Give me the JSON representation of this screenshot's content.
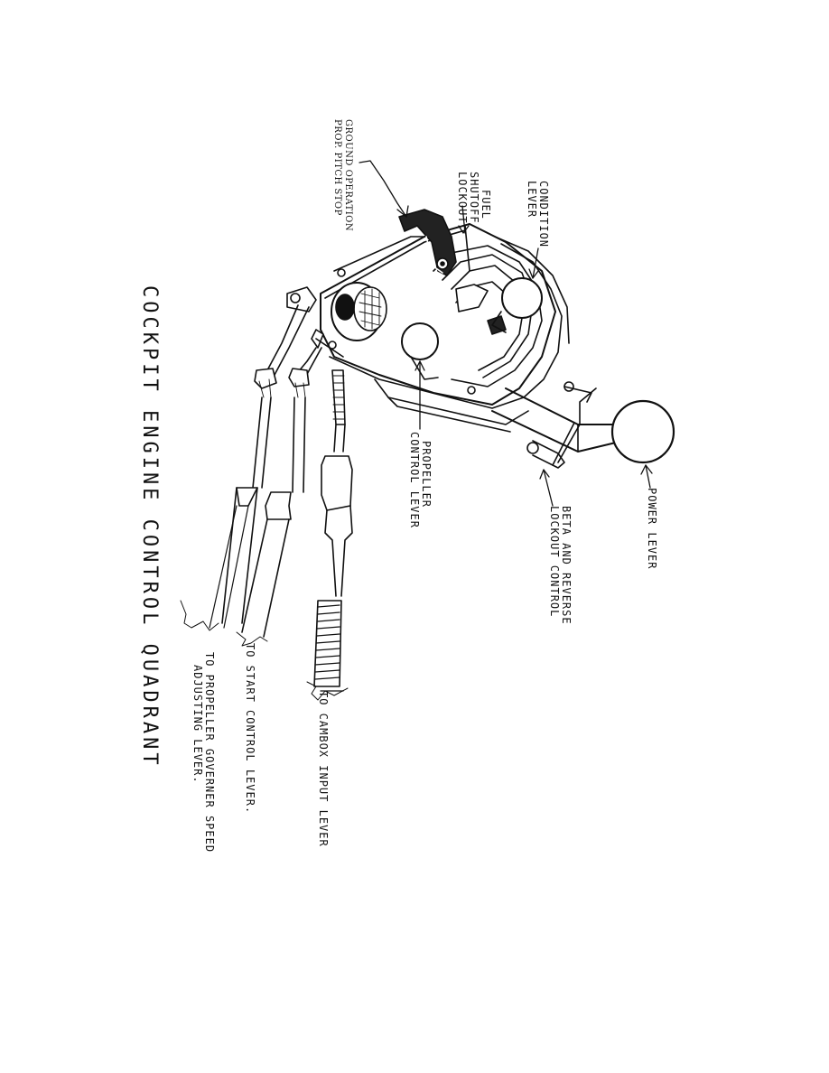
{
  "title": "COCKPIT ENGINE CONTROL QUADRANT",
  "labels": {
    "ground_operation": [
      "GROUND OPERATION",
      "PROP. PITCH STOP"
    ],
    "fuel_shutoff": [
      "FUEL",
      "SHUTOFF",
      "LOCKOUT"
    ],
    "condition_lever": [
      "CONDITION",
      "LEVER"
    ],
    "power_lever": "POWER LEVER",
    "beta_reverse": [
      "BETA AND REVERSE",
      "LOCKOUT CONTROL"
    ],
    "propeller_control": [
      "PROPELLER",
      "CONTROL LEVER"
    ],
    "cambox": "TO CAMBOX INPUT LEVER",
    "start_control": "TO START CONTROL LEVER.",
    "prop_governor": [
      "TO PROPELLER GOVERNER SPEED",
      "ADJUSTING LEVER."
    ]
  }
}
